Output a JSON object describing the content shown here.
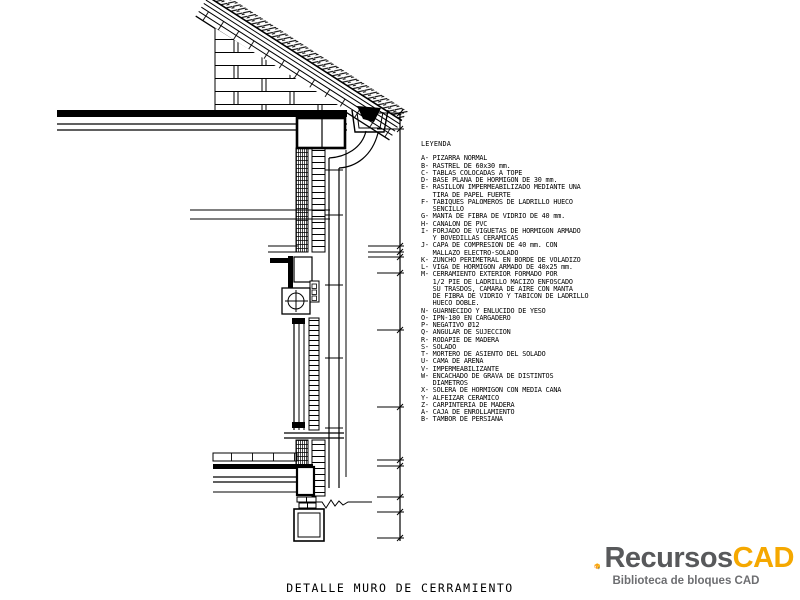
{
  "drawing": {
    "caption": "DETALLE MURO DE CERRAMIENTO"
  },
  "legend": {
    "title": "LEYENDA",
    "lines": [
      "A- PIZARRA NORMAL",
      "B- RASTREL DE 60x30 mm.",
      "C- TABLAS COLOCADAS A TOPE",
      "D- BASE PLANA DE HORMIGON DE 30 mm.",
      "E- RASILLON IMPERMEABILIZADO MEDIANTE UNA",
      "   TIRA DE PAPEL FUERTE",
      "F- TABIQUES PALOMEROS DE LADRILLO HUECO",
      "   SENCILLO",
      "G- MANTA DE FIBRA DE VIDRIO DE 40 mm.",
      "H- CANALON DE PVC",
      "I- FORJADO DE VIGUETAS DE HORMIGON ARMADO",
      "   Y BOVEDILLAS CERAMICAS",
      "J- CAPA DE COMPRESION DE 40 mm. CON",
      "   MALLAZO ELECTRO-SOLADO",
      "K- ZUNCHO PERIMETRAL EN BORDE DE VOLADIZO",
      "L- VIGA DE HORMIGON ARMADO DE 40x25 mm.",
      "M- CERRAMIENTO EXTERIOR FORMADO POR",
      "   1/2 PIE DE LADRILLO MACIZO ENFOSCADO",
      "   SU TRASDOS, CAMARA DE AIRE CON MANTA",
      "   DE FIBRA DE VIDRIO Y TABICON DE LADRILLO",
      "   HUECO DOBLE.",
      "N- GUARNECIDO Y ENLUCIDO DE YESO",
      "O- IPN-180 EN CARGADERO",
      "P- NEGATIVO Ø12",
      "Q- ANGULAR DE SUJECCION",
      "R- RODAPIE DE MADERA",
      "S- SOLADO",
      "T- MORTERO DE ASIENTO DEL SOLADO",
      "U- CAMA DE ARENA",
      "V- IMPERMEABILIZANTE",
      "W- ENCACHADO DE GRAVA DE DISTINTOS",
      "   DIAMETROS",
      "X- SOLERA DE HORMIGON CON MEDIA CANA",
      "Y- ALFEIZAR CERAMICO",
      "Z- CARPINTERIA DE MADERA",
      "A- CAJA DE ENROLLAMIENTO",
      "B- TAMBOR DE PERSIANA"
    ]
  },
  "logo": {
    "brand_primary": "Recursos",
    "brand_accent": "CAD",
    "tagline": "Biblioteca de bloques CAD",
    "colors": {
      "accent": "#F5A800",
      "text": "#58595B",
      "cube_orange": "#F7941D",
      "cube_yellow": "#FDB515"
    }
  }
}
